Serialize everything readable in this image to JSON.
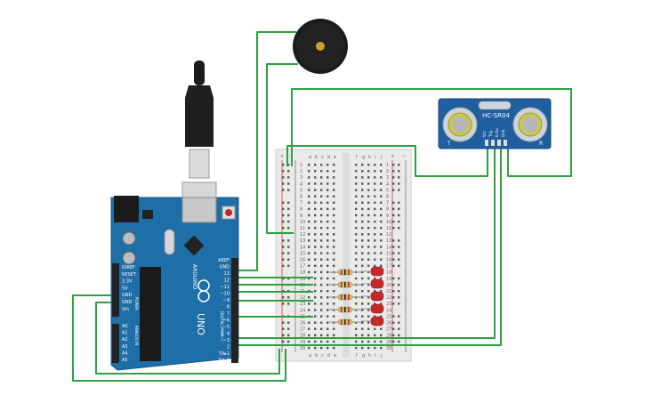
{
  "colors": {
    "wire": "#2ea043",
    "arduino_board": "#1e6ea7",
    "sensor_board": "#1f5fa0",
    "led": "#c62828",
    "breadboard": "#e9e9e9"
  },
  "arduino": {
    "brand": "ARDUINO",
    "model": "UNO",
    "power_label": "POWER",
    "analog_label": "ANALOG IN",
    "digital_label": "DIGITAL (PWM~)",
    "power_pins": [
      "IOREF",
      "RESET",
      "3.3V",
      "5V",
      "GND",
      "GND",
      "Vin"
    ],
    "analog_pins": [
      "A0",
      "A1",
      "A2",
      "A3",
      "A4",
      "A5"
    ],
    "digital_pins": [
      "AREF",
      "GND",
      "13",
      "12",
      "~11",
      "~10",
      "~9",
      "8",
      "7",
      "~6",
      "~5",
      "4",
      "~3",
      "2",
      "TX▸1",
      "RX◂0"
    ],
    "icons": [
      "usb-cable-icon",
      "reset-button-icon"
    ]
  },
  "sensor": {
    "name": "HC-SR04",
    "pins": [
      "Vcc",
      "Trig",
      "Echo",
      "Gnd"
    ],
    "side_labels": [
      "T",
      "R"
    ]
  },
  "buzzer": {
    "icon": "piezo-buzzer-icon"
  },
  "breadboard": {
    "cols_left": [
      "a",
      "b",
      "c",
      "d",
      "e"
    ],
    "cols_right": [
      "f",
      "g",
      "h",
      "i",
      "j"
    ],
    "rail_plus": "+",
    "rail_minus": "−",
    "row_numbers": [
      "1",
      "2",
      "3",
      "4",
      "5",
      "6",
      "7",
      "8",
      "9",
      "10",
      "11",
      "12",
      "13",
      "14",
      "15",
      "16",
      "17",
      "18",
      "19",
      "20",
      "21",
      "22",
      "23",
      "24",
      "25",
      "26",
      "27",
      "28",
      "29",
      "30"
    ]
  },
  "leds": {
    "count": 5
  },
  "resistors": {
    "count": 5
  }
}
